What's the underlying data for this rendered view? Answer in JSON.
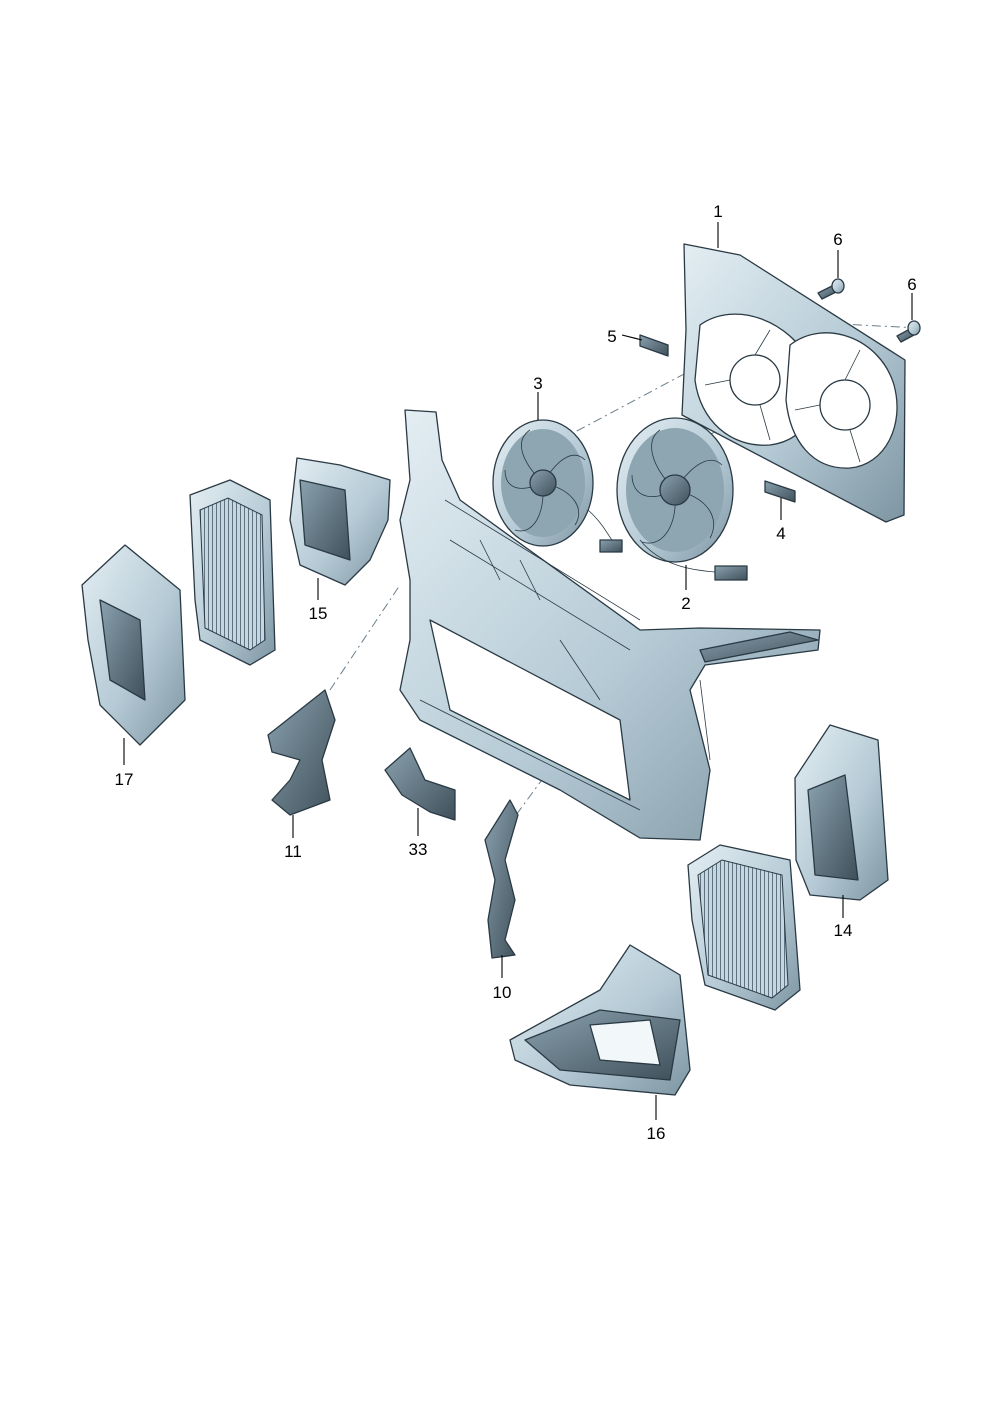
{
  "colors": {
    "part_light": "#d7e5ec",
    "part_mid": "#a9c0cc",
    "part_dark": "#6f8896",
    "part_shadow": "#42525c",
    "outline": "#2a3a44"
  },
  "callouts": [
    {
      "id": "p1",
      "label": "1",
      "part": "fan-shroud"
    },
    {
      "id": "p2",
      "label": "2",
      "part": "fan-right"
    },
    {
      "id": "p3",
      "label": "3",
      "part": "fan-left"
    },
    {
      "id": "p4",
      "label": "4",
      "part": "clip-lower"
    },
    {
      "id": "p5",
      "label": "5",
      "part": "clip-upper"
    },
    {
      "id": "p6a",
      "label": "6",
      "part": "bolt-left"
    },
    {
      "id": "p6b",
      "label": "6",
      "part": "bolt-right"
    },
    {
      "id": "p10",
      "label": "10",
      "part": "bracket-center"
    },
    {
      "id": "p11",
      "label": "11",
      "part": "bracket-left"
    },
    {
      "id": "p14",
      "label": "14",
      "part": "air-duct-right"
    },
    {
      "id": "p15",
      "label": "15",
      "part": "air-duct-left"
    },
    {
      "id": "p16",
      "label": "16",
      "part": "air-guide-lower-right"
    },
    {
      "id": "p17",
      "label": "17",
      "part": "air-guide-left"
    },
    {
      "id": "p33",
      "label": "33",
      "part": "bracket-small"
    }
  ]
}
